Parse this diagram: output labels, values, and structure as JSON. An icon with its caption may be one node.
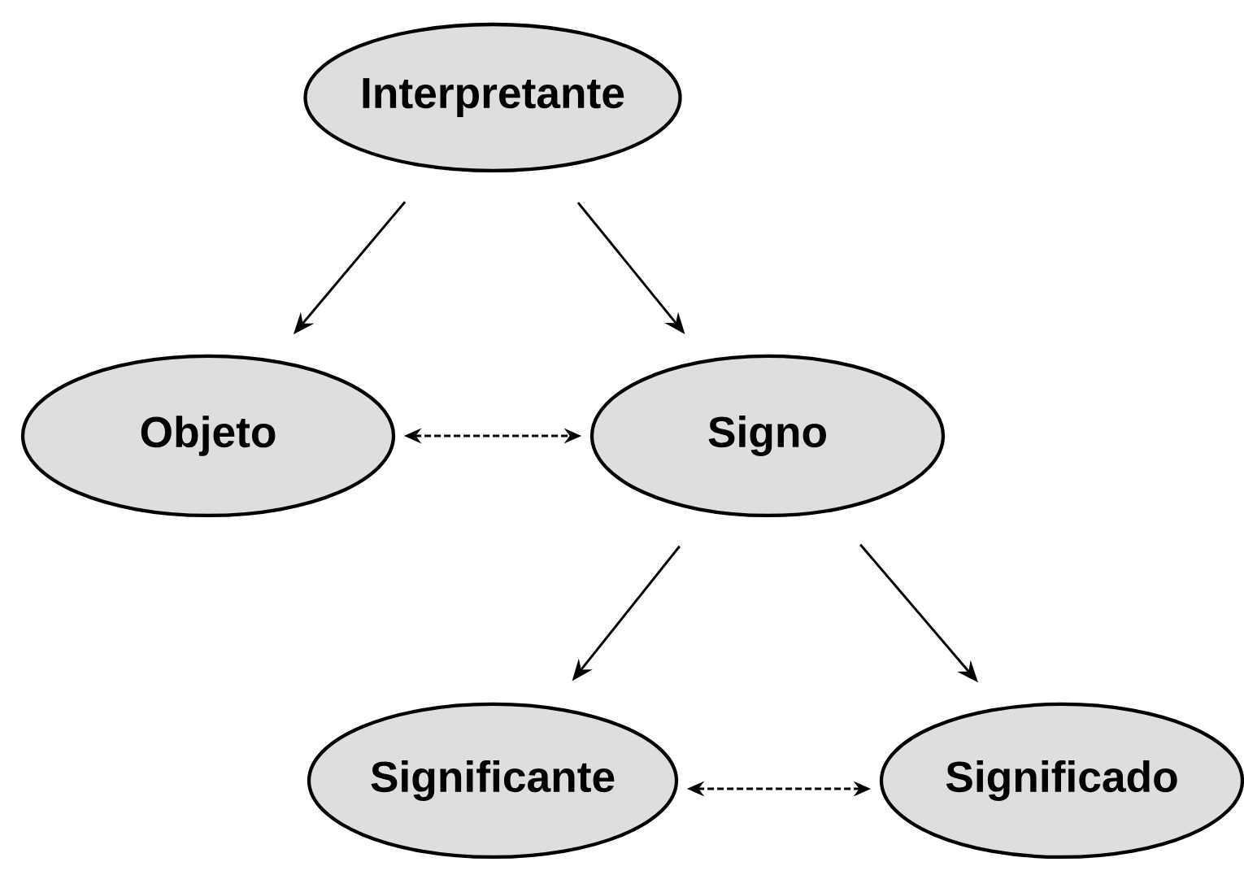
{
  "diagram": {
    "nodes": [
      {
        "text": [
          "Interpretante"
        ]
      },
      {
        "text": [
          "Objeto"
        ]
      },
      {
        "text": [
          "Signo"
        ]
      },
      {
        "text": [
          "Significante"
        ]
      },
      {
        "text": [
          "Significado"
        ]
      }
    ],
    "edges": [
      {
        "from": 0,
        "to": 1,
        "arrow": "to"
      },
      {
        "from": 0,
        "to": 2,
        "arrow": "to"
      },
      {
        "from": 1,
        "to": 2,
        "arrow": "both",
        "style": "dashed"
      },
      {
        "from": 2,
        "to": 3,
        "arrow": "to"
      },
      {
        "from": 2,
        "to": 4,
        "arrow": "to"
      },
      {
        "from": 3,
        "to": 4,
        "arrow": "both",
        "style": "dashed"
      }
    ]
  }
}
